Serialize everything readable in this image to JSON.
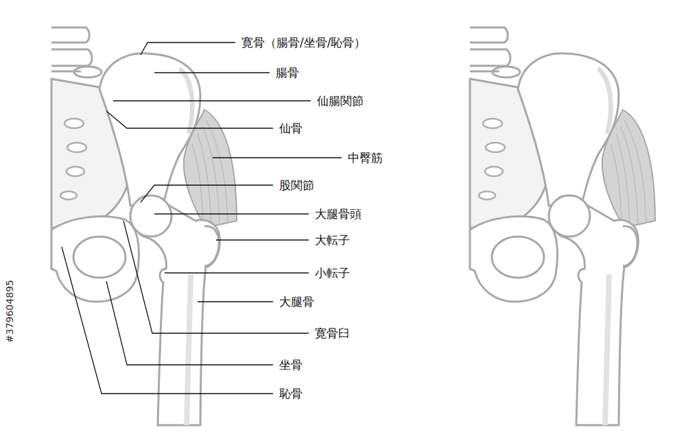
{
  "diagram": {
    "labels": [
      "寛骨（腸骨/坐骨/恥骨）",
      "腸骨",
      "仙腸関節",
      "仙骨",
      "中臀筋",
      "股関節",
      "大腿骨頭",
      "大転子",
      "小転子",
      "大腿骨",
      "寛骨臼",
      "坐骨",
      "恥骨",
      "#379604895"
    ]
  }
}
